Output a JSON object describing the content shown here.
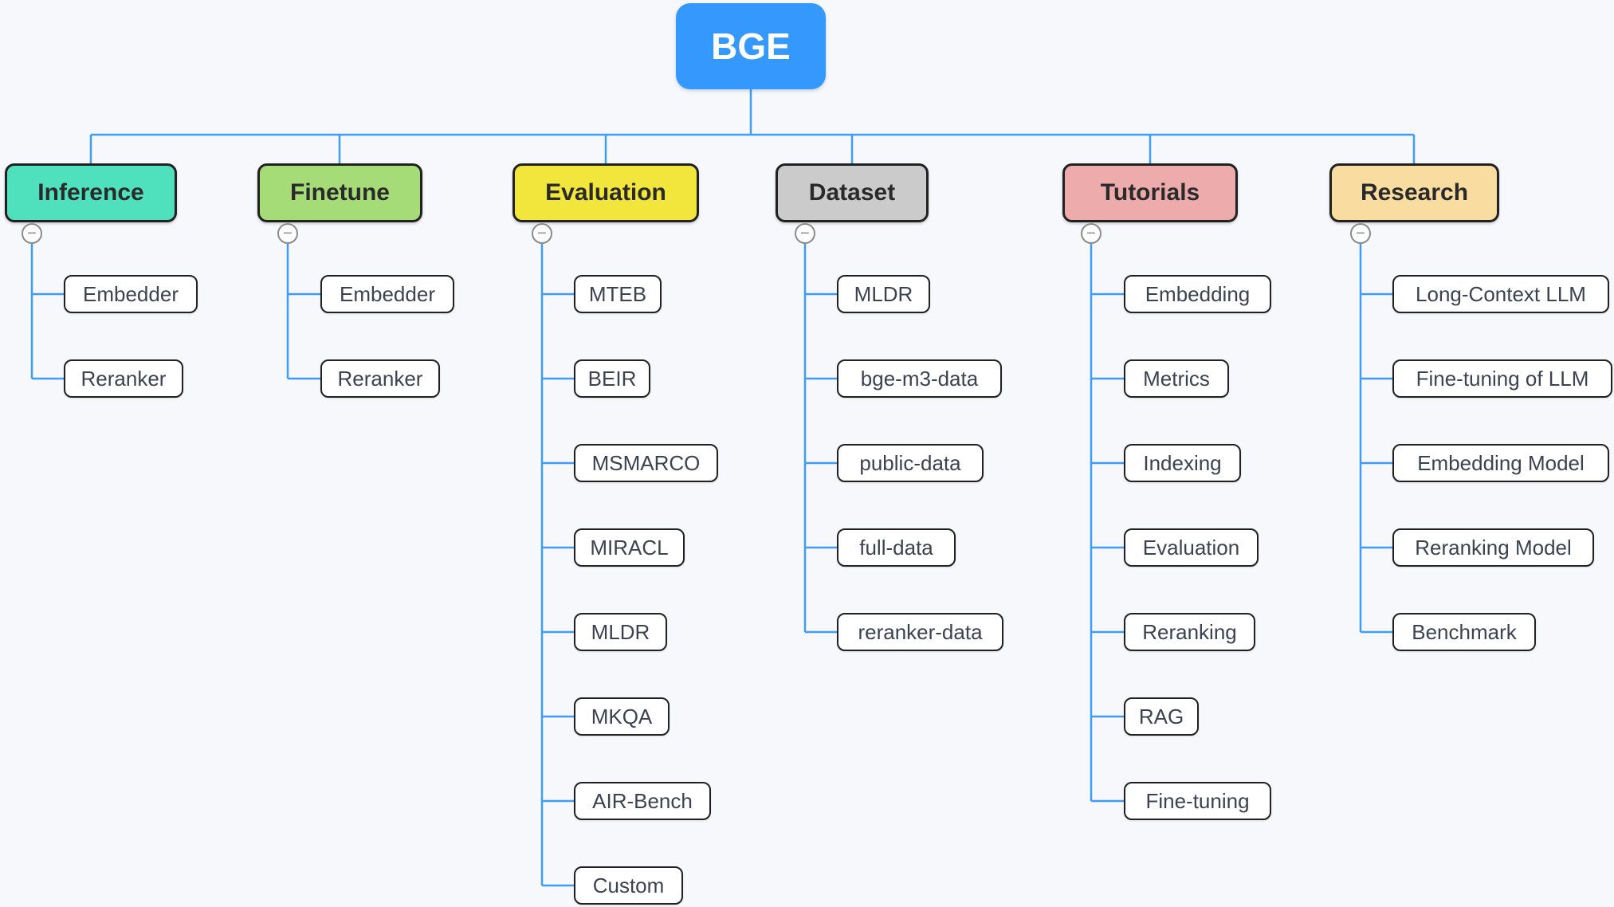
{
  "root": {
    "label": "BGE"
  },
  "branches": [
    {
      "label": "Inference",
      "color": "#4fe0bd",
      "children": [
        "Embedder",
        "Reranker"
      ]
    },
    {
      "label": "Finetune",
      "color": "#a6dc78",
      "children": [
        "Embedder",
        "Reranker"
      ]
    },
    {
      "label": "Evaluation",
      "color": "#f2e63c",
      "children": [
        "MTEB",
        "BEIR",
        "MSMARCO",
        "MIRACL",
        "MLDR",
        "MKQA",
        "AIR-Bench",
        "Custom"
      ]
    },
    {
      "label": "Dataset",
      "color": "#cbcbcb",
      "children": [
        "MLDR",
        "bge-m3-data",
        "public-data",
        "full-data",
        "reranker-data"
      ]
    },
    {
      "label": "Tutorials",
      "color": "#edabab",
      "children": [
        "Embedding",
        "Metrics",
        "Indexing",
        "Evaluation",
        "Reranking",
        "RAG",
        "Fine-tuning"
      ]
    },
    {
      "label": "Research",
      "color": "#f8dca0",
      "children": [
        "Long-Context LLM",
        "Fine-tuning of LLM",
        "Embedding Model",
        "Reranking Model",
        "Benchmark"
      ]
    }
  ],
  "icons": {
    "collapse": "−"
  },
  "colors": {
    "background": "#f7f8fb",
    "connector_line": "#3f9cf8",
    "root_bg": "#3598fc",
    "node_border": "#212121",
    "collapse_gray": "#8b8b8b"
  }
}
